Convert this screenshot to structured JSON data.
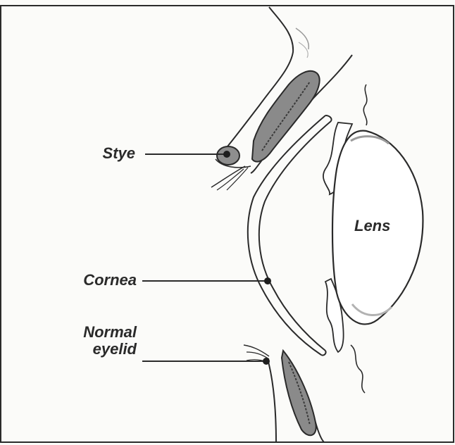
{
  "labels": {
    "stye": "Stye",
    "lens": "Lens",
    "cornea": "Cornea",
    "eyelid_line1": "Normal",
    "eyelid_line2": "eyelid"
  },
  "colors": {
    "ink": "#2a2a2a",
    "shading": "#6e6e6e",
    "frame": "#2b2b2b",
    "background": "#fbfbf9"
  }
}
